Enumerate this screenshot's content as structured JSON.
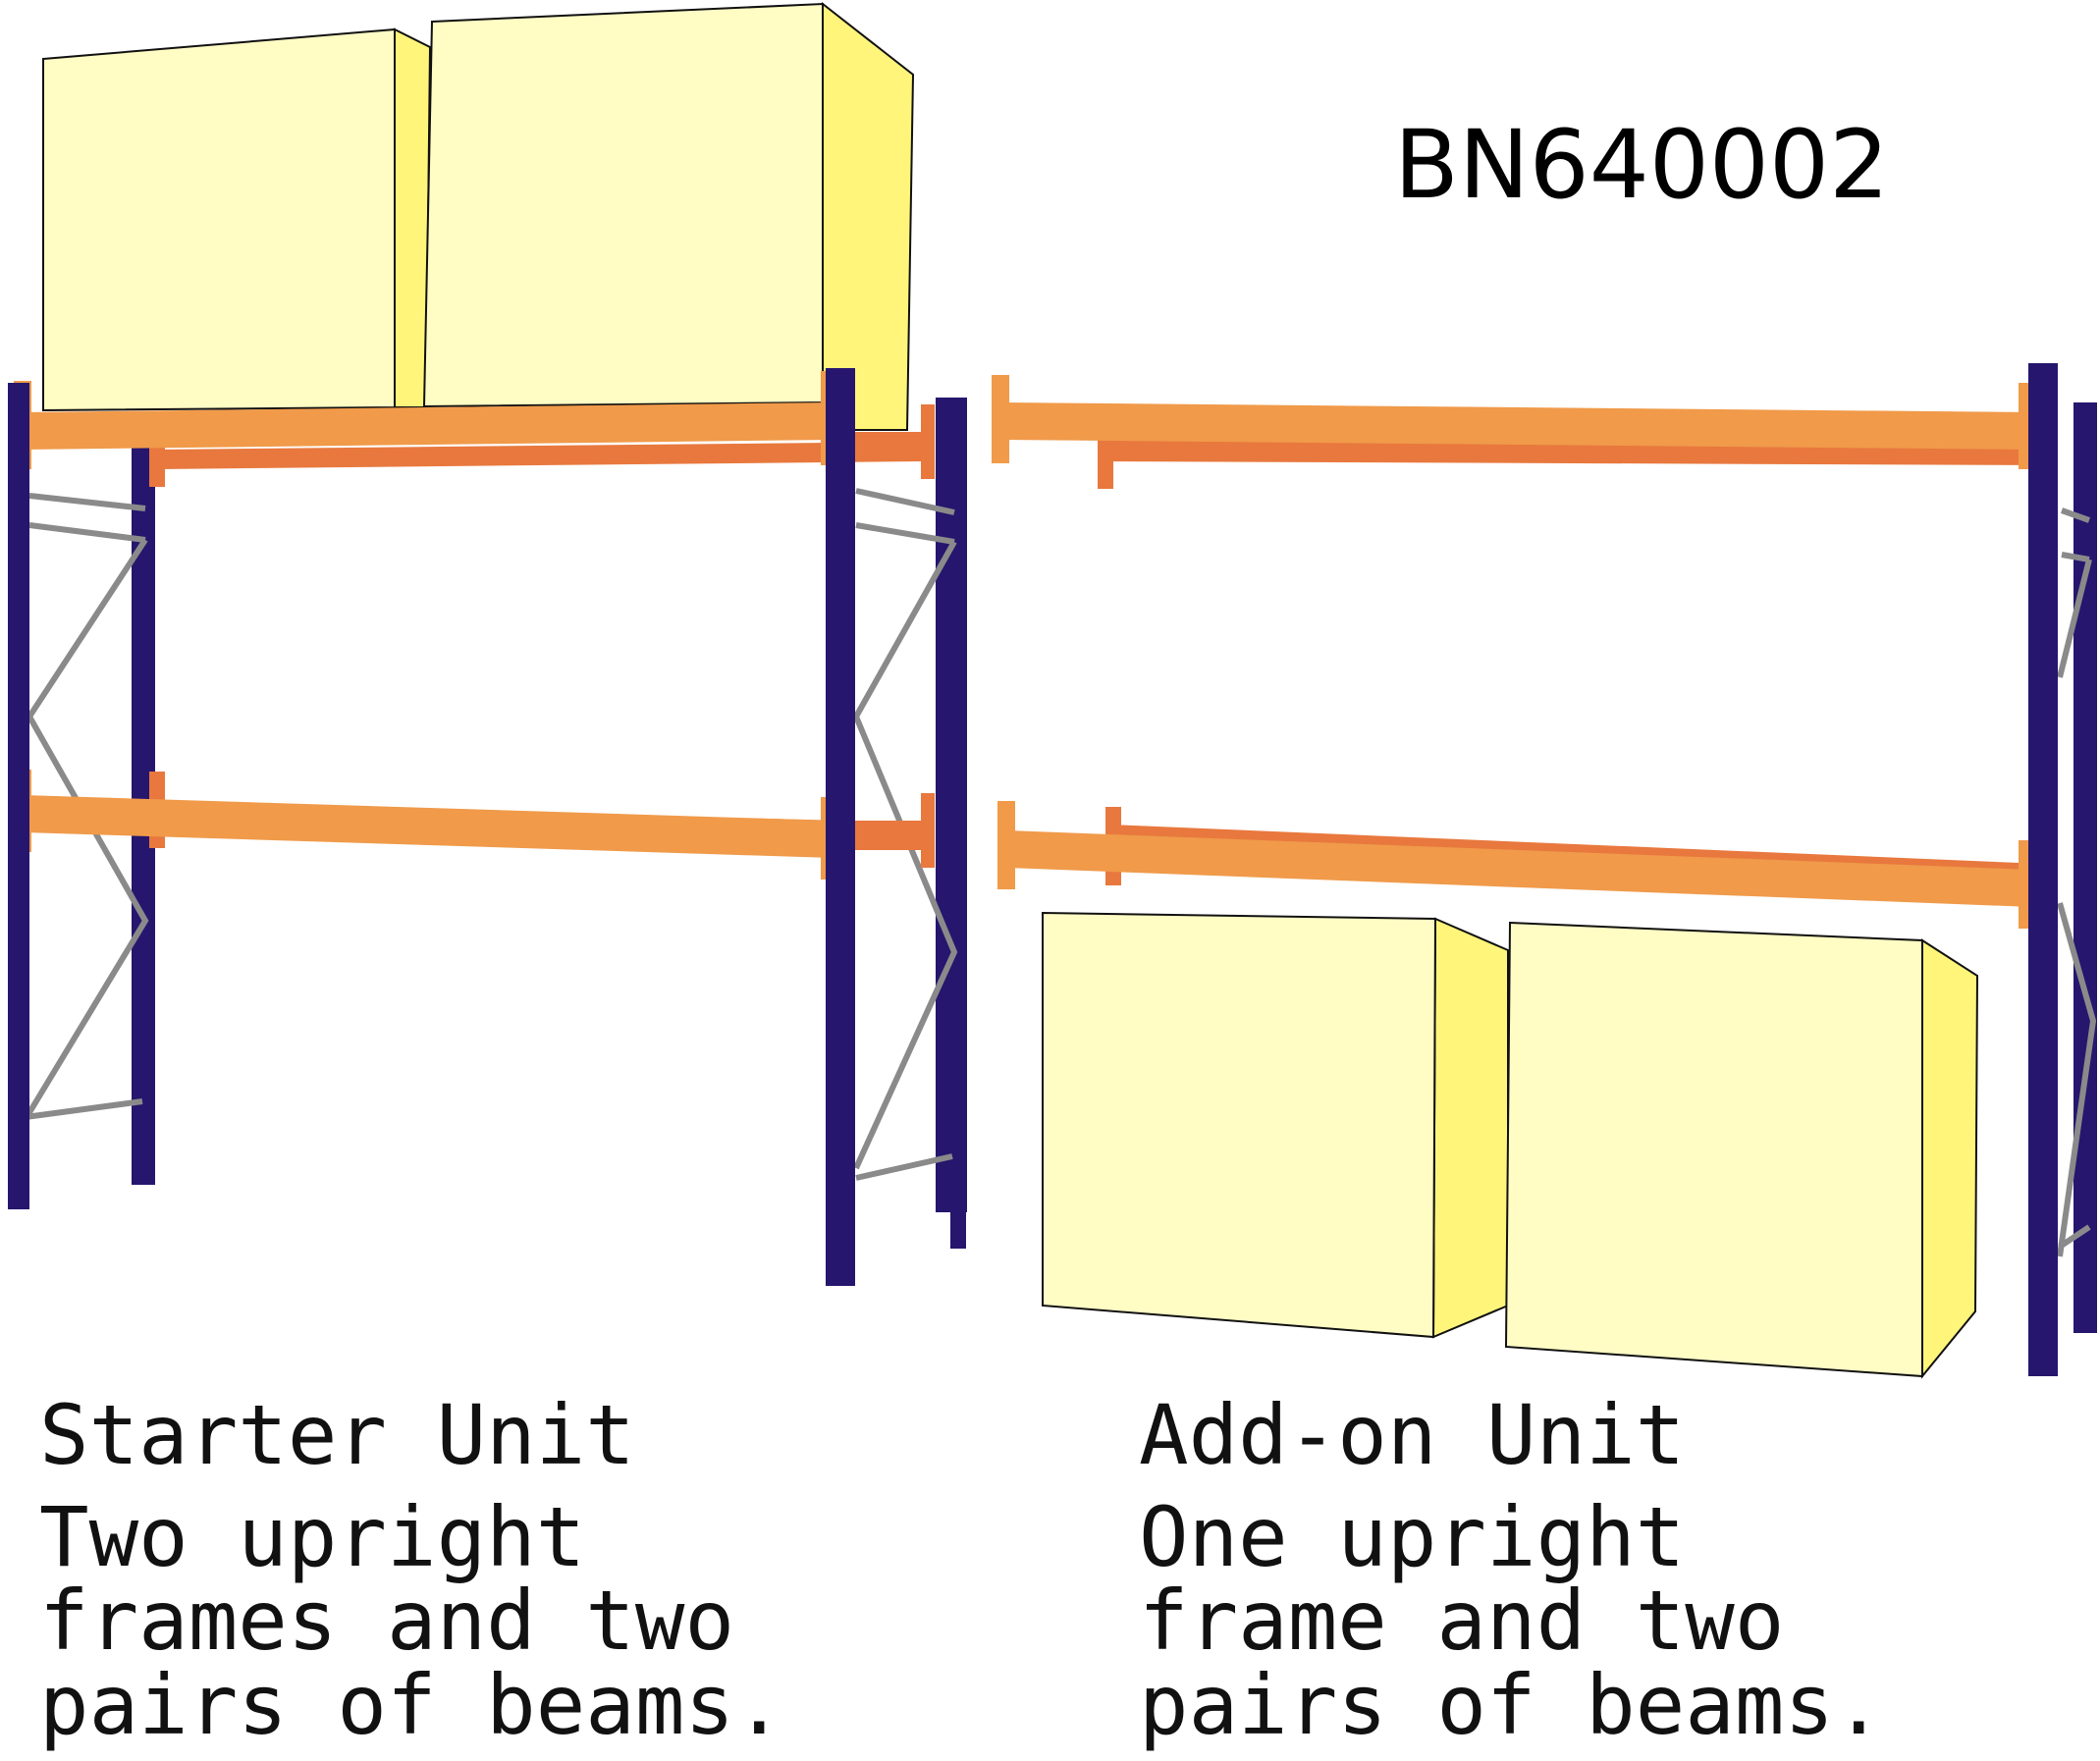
{
  "product_code": "BN640002",
  "starter": {
    "title": "Starter Unit",
    "lines": [
      "Two upright",
      "frames and two",
      "pairs of beams."
    ]
  },
  "addon": {
    "title": "Add-on Unit",
    "lines": [
      "One upright",
      "frame and two",
      "pairs of beams."
    ]
  },
  "colors": {
    "upright": "#26166e",
    "beam_front": "#f09a4a",
    "beam_back": "#e8783e",
    "brace": "#8a8a8a",
    "box_face": "#fffcc4",
    "box_side": "#fff57a",
    "outline": "#111111"
  }
}
